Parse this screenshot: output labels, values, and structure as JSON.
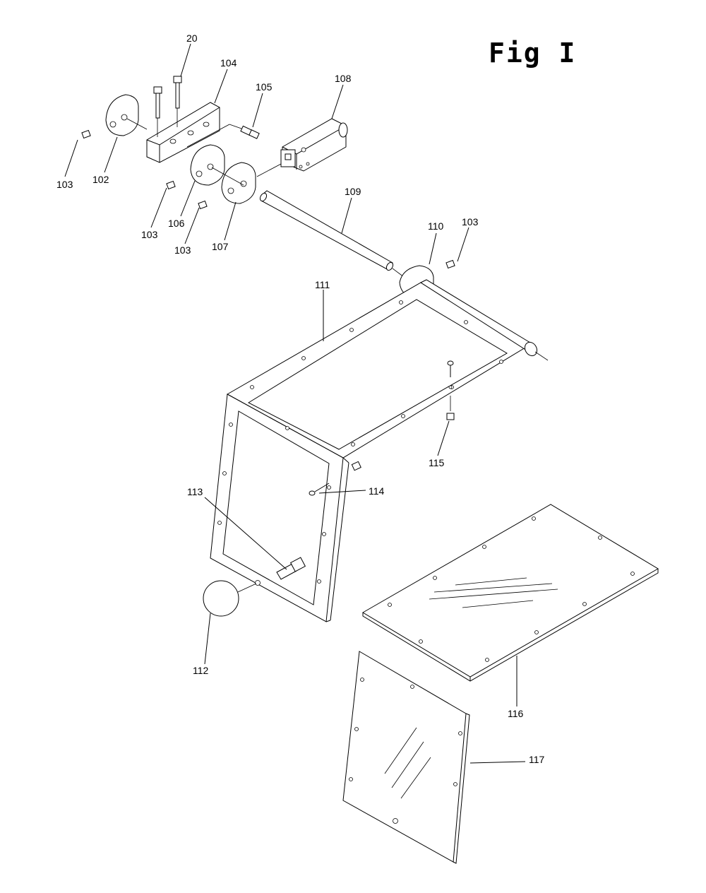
{
  "figure": {
    "title": "Fig I"
  },
  "parts": [
    {
      "id": "p20",
      "label": "20"
    },
    {
      "id": "p104",
      "label": "104"
    },
    {
      "id": "p105",
      "label": "105"
    },
    {
      "id": "p108",
      "label": "108"
    },
    {
      "id": "p103a",
      "label": "103"
    },
    {
      "id": "p102",
      "label": "102"
    },
    {
      "id": "p103b",
      "label": "103"
    },
    {
      "id": "p106",
      "label": "106"
    },
    {
      "id": "p103c",
      "label": "103"
    },
    {
      "id": "p107",
      "label": "107"
    },
    {
      "id": "p109",
      "label": "109"
    },
    {
      "id": "p110",
      "label": "110"
    },
    {
      "id": "p103d",
      "label": "103"
    },
    {
      "id": "p111",
      "label": "111"
    },
    {
      "id": "p115",
      "label": "115"
    },
    {
      "id": "p114",
      "label": "114"
    },
    {
      "id": "p113",
      "label": "113"
    },
    {
      "id": "p112",
      "label": "112"
    },
    {
      "id": "p116",
      "label": "116"
    },
    {
      "id": "p117",
      "label": "117"
    }
  ]
}
